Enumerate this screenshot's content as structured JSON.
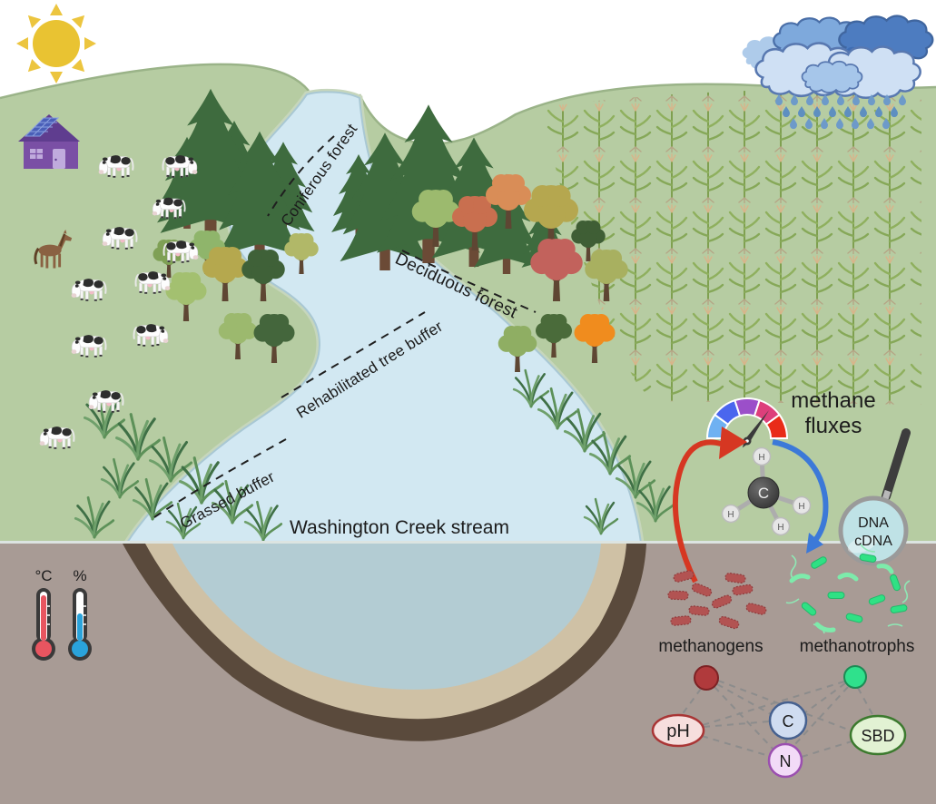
{
  "figure": {
    "labels": {
      "coniferous": "Coniferous forest",
      "deciduous": "Deciduous forest",
      "rehabilitated": "Rehabilitated tree buffer",
      "grassed": "Grassed buffer",
      "stream": "Washington Creek stream"
    },
    "methane": {
      "line1": "methane",
      "line2": "fluxes"
    },
    "molecule": {
      "carbon": "C",
      "hydrogen": "H"
    },
    "dna": {
      "line1": "DNA",
      "line2": "cDNA"
    },
    "microbes": {
      "methanogens": "methanogens",
      "methanotrophs": "methanotrophs"
    },
    "sensors": {
      "temperature": "°C",
      "humidity": "%"
    },
    "network": {
      "nodes": [
        {
          "id": "ph",
          "label": "pH"
        },
        {
          "id": "c",
          "label": "C"
        },
        {
          "id": "n",
          "label": "N"
        },
        {
          "id": "sbd",
          "label": "SBD"
        }
      ]
    },
    "colors": {
      "field": "#b6cca2",
      "stream": "#d2e8f2",
      "soil": "#a89b95",
      "sand": "#cfc1a5",
      "dark_soil": "#5a4a3c",
      "cross_water": "#b3ccd3",
      "sun": "#e9c332",
      "house": "#7a4fa5",
      "gauge_segments": [
        "#6fb1f2",
        "#4a66ee",
        "#9b4fc9",
        "#dd3f7b",
        "#e92c18"
      ],
      "methanogens": "#b25352",
      "methanotrophs": "#2fe184",
      "node_ph_border": "#a93535",
      "node_c_border": "#46618f",
      "node_n_border": "#9b4fb0",
      "node_sbd_border": "#3c7a2e",
      "thermometer_temp": "#e85560",
      "thermometer_humidity": "#2aa3db",
      "emission_arrow": "#d63722",
      "uptake_arrow": "#3c79d8"
    }
  }
}
